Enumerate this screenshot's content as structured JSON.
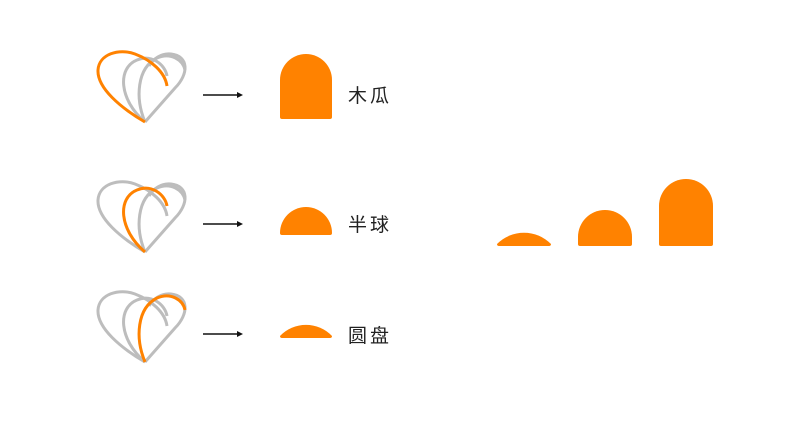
{
  "colors": {
    "accent": "#FF8200",
    "outline_gray": "#BDBDBD",
    "arrow": "#111111",
    "text": "#222222"
  },
  "rows": [
    {
      "highlight": "outer-arc",
      "result_shape": "arch",
      "label": "木瓜"
    },
    {
      "highlight": "middle-arc",
      "result_shape": "half-circle",
      "label": "半球"
    },
    {
      "highlight": "inner-arc",
      "result_shape": "disc",
      "label": "圆盘"
    }
  ],
  "lineup": {
    "shapes": [
      "disc",
      "half-circle",
      "arch"
    ]
  }
}
